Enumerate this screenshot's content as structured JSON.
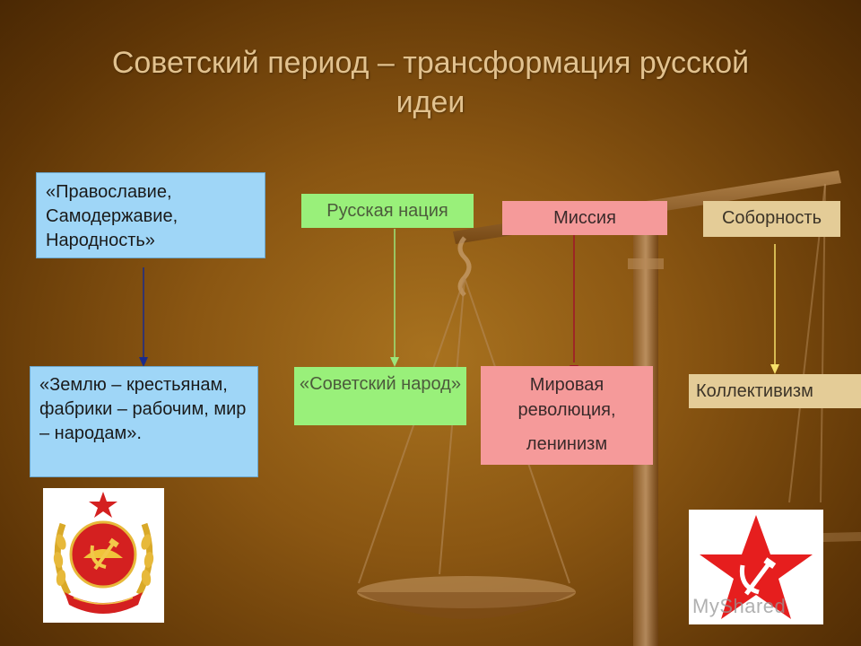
{
  "slide": {
    "title_line1": "Советский период – трансформация русской",
    "title_line2": "идеи"
  },
  "boxes": {
    "orthodoxy_autocracy": "«Православие, Самодержавие, Народность»",
    "land_to_peasants": "«Землю – крестьянам, фабрики – рабочим, мир – народам».",
    "russian_nation": "Русская нация",
    "soviet_people": "«Советский народ»",
    "mission": "Миссия",
    "world_revolution_line1": "Мировая революция,",
    "world_revolution_line2": "ленинизм",
    "sobornost": "Соборность",
    "collectivism": "Коллективизм"
  },
  "watermark": "MyShared",
  "colors": {
    "blue_box": "#9fd6f7",
    "green_box": "#99f07a",
    "pink_box": "#f59a9a",
    "tan_box": "#e4cc97",
    "title_text": "#e2c28f",
    "star_red": "#e61e1e"
  },
  "icons": {
    "emblem_left": "rsfsr-coat-of-arms-icon",
    "emblem_right": "red-star-hammer-sickle-icon",
    "background": "balance-scales-icon"
  }
}
